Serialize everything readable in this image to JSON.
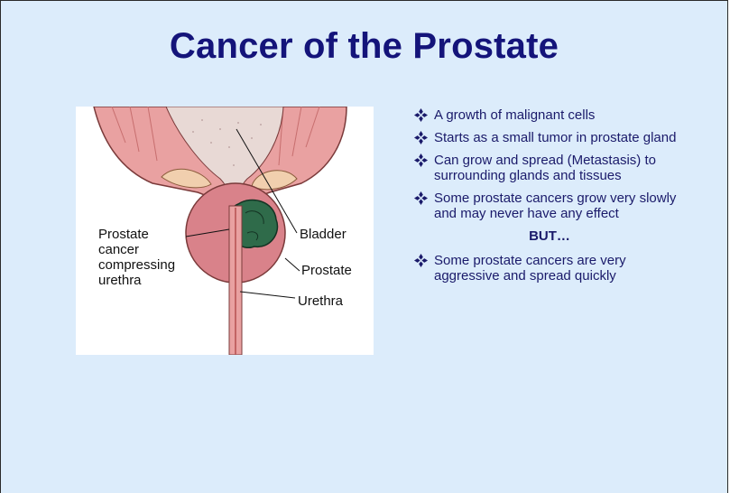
{
  "slide": {
    "title": "Cancer of the Prostate",
    "figure": {
      "labels": {
        "prostate_cancer": [
          "Prostate",
          "cancer",
          "compressing",
          "urethra"
        ],
        "bladder": "Bladder",
        "prostate": "Prostate",
        "urethra": "Urethra"
      }
    },
    "bullets": [
      {
        "text": "A growth of malignant cells"
      },
      {
        "text": "Starts as a small tumor in prostate gland"
      },
      {
        "text": "Can grow and spread (Metastasis) to surrounding glands and tissues"
      },
      {
        "text": "Some prostate cancers grow very slowly and may never have any effect"
      }
    ],
    "interjection": "BUT…",
    "last_bullet": "Some prostate cancers are very aggressive and spread quickly"
  },
  "colors": {
    "background": "#dcecfb",
    "title": "#14147a",
    "text": "#1a1a6a",
    "bullet_icon": "#1a1a6a"
  },
  "icons": {
    "bullet": "four-diamond-bullet-icon"
  }
}
